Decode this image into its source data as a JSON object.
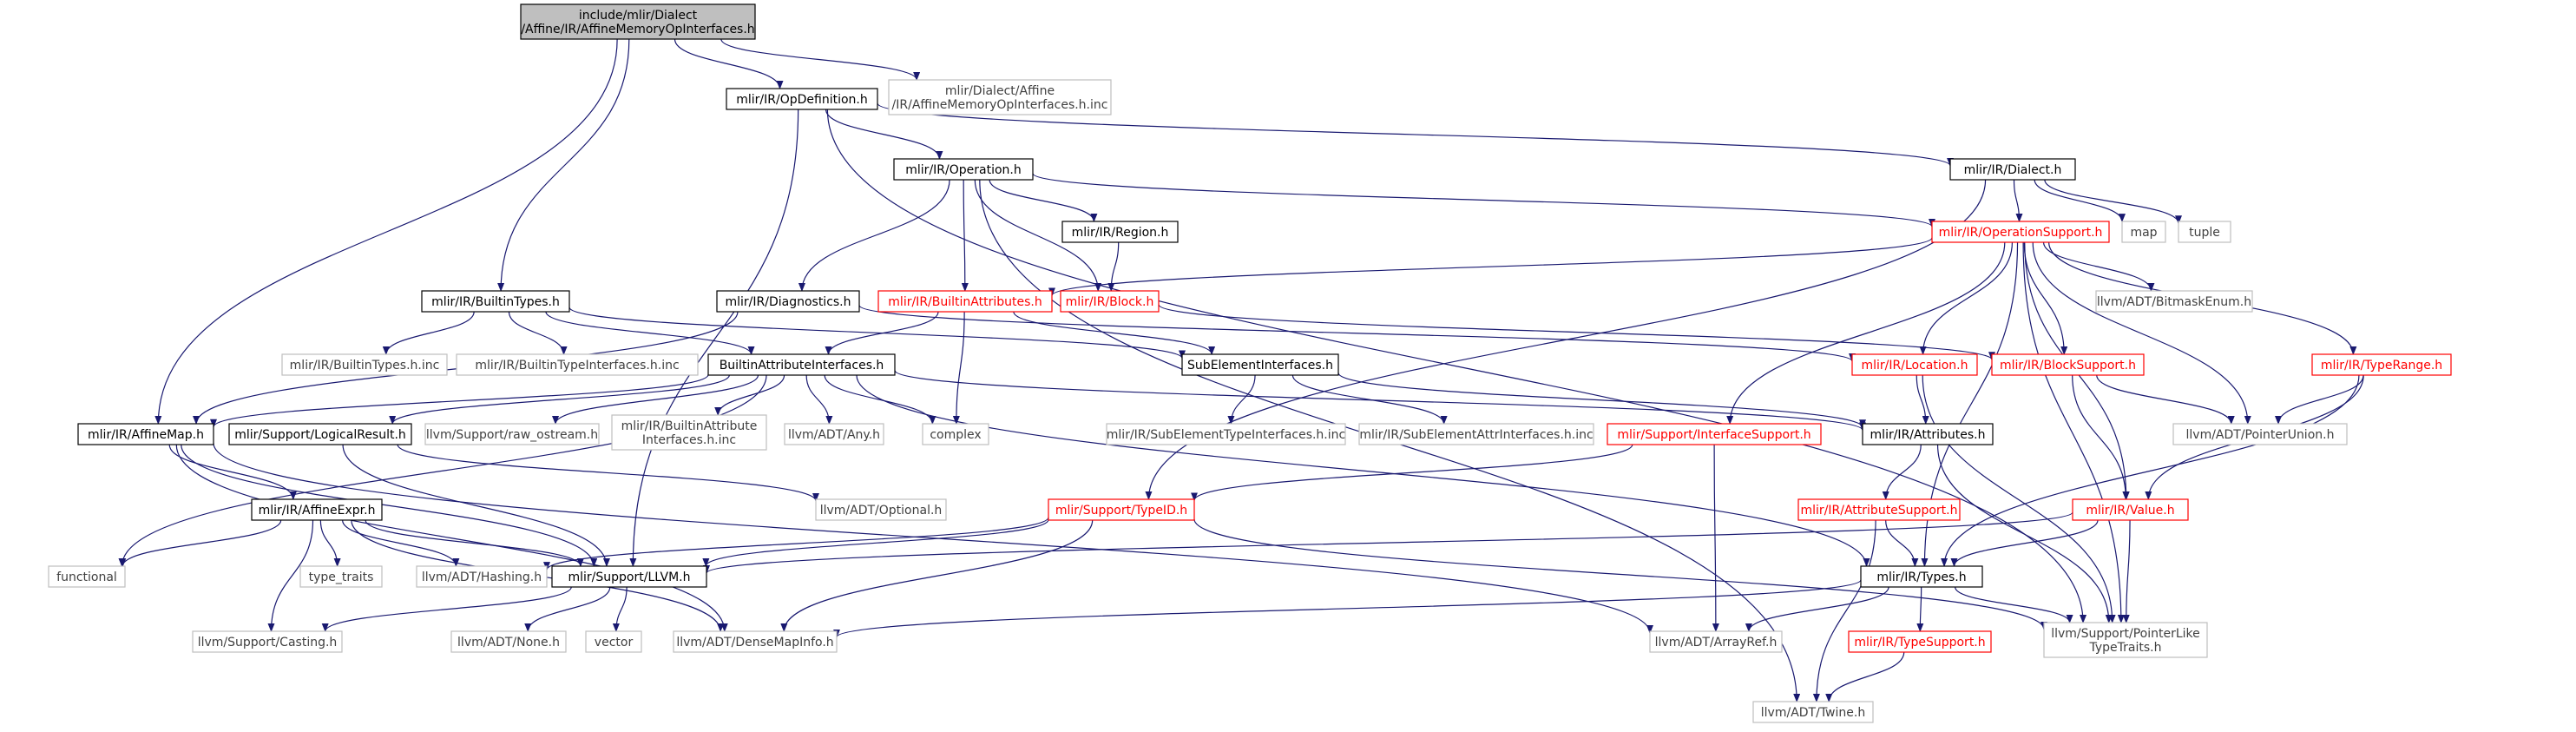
{
  "colors": {
    "edge": "#191970",
    "normal_border": "#000000",
    "red_border": "#ff0000",
    "gray_border": "#bfbfbf",
    "root_fill": "#bfbfbf",
    "text_black": "#000000",
    "text_gray": "#404040",
    "text_red": "#ff0000"
  },
  "nodes": {
    "root": {
      "kind": "root",
      "lines": [
        "include/mlir/Dialect",
        "/Affine/IR/AffineMemoryOpInterfaces.h"
      ]
    },
    "opdef": {
      "kind": "normal",
      "lines": [
        "mlir/IR/OpDefinition.h"
      ]
    },
    "affine_inc": {
      "kind": "gray",
      "lines": [
        "mlir/Dialect/Affine",
        "/IR/AffineMemoryOpInterfaces.h.inc"
      ]
    },
    "operation": {
      "kind": "normal",
      "lines": [
        "mlir/IR/Operation.h"
      ]
    },
    "dialect": {
      "kind": "normal",
      "lines": [
        "mlir/IR/Dialect.h"
      ]
    },
    "region": {
      "kind": "normal",
      "lines": [
        "mlir/IR/Region.h"
      ]
    },
    "opsupport": {
      "kind": "red",
      "lines": [
        "mlir/IR/OperationSupport.h"
      ]
    },
    "map": {
      "kind": "gray",
      "lines": [
        "map"
      ]
    },
    "tuple": {
      "kind": "gray",
      "lines": [
        "tuple"
      ]
    },
    "builtintypes": {
      "kind": "normal",
      "lines": [
        "mlir/IR/BuiltinTypes.h"
      ]
    },
    "diagnostics": {
      "kind": "normal",
      "lines": [
        "mlir/IR/Diagnostics.h"
      ]
    },
    "builtinattrs": {
      "kind": "red",
      "lines": [
        "mlir/IR/BuiltinAttributes.h"
      ]
    },
    "block": {
      "kind": "red",
      "lines": [
        "mlir/IR/Block.h"
      ]
    },
    "bitmaskenum": {
      "kind": "gray",
      "lines": [
        "llvm/ADT/BitmaskEnum.h"
      ]
    },
    "builtintypes_inc": {
      "kind": "gray",
      "lines": [
        "mlir/IR/BuiltinTypes.h.inc"
      ]
    },
    "builtintypeifaces_inc": {
      "kind": "gray",
      "lines": [
        "mlir/IR/BuiltinTypeInterfaces.h.inc"
      ]
    },
    "builtinattrifaces": {
      "kind": "normal",
      "lines": [
        "BuiltinAttributeInterfaces.h"
      ]
    },
    "subelemifaces": {
      "kind": "normal",
      "lines": [
        "SubElementInterfaces.h"
      ]
    },
    "location": {
      "kind": "red",
      "lines": [
        "mlir/IR/Location.h"
      ]
    },
    "blocksupport": {
      "kind": "red",
      "lines": [
        "mlir/IR/BlockSupport.h"
      ]
    },
    "typerange": {
      "kind": "red",
      "lines": [
        "mlir/IR/TypeRange.h"
      ]
    },
    "affinemap": {
      "kind": "normal",
      "lines": [
        "mlir/IR/AffineMap.h"
      ]
    },
    "logicalresult": {
      "kind": "normal",
      "lines": [
        "mlir/Support/LogicalResult.h"
      ]
    },
    "raw_ostream": {
      "kind": "gray",
      "lines": [
        "llvm/Support/raw_ostream.h"
      ]
    },
    "builtinattrifaces_inc": {
      "kind": "gray",
      "lines": [
        "mlir/IR/BuiltinAttribute",
        "Interfaces.h.inc"
      ]
    },
    "any": {
      "kind": "gray",
      "lines": [
        "llvm/ADT/Any.h"
      ]
    },
    "complex": {
      "kind": "gray",
      "lines": [
        "complex"
      ]
    },
    "subelemtypeifaces_inc": {
      "kind": "gray",
      "lines": [
        "mlir/IR/SubElementTypeInterfaces.h.inc"
      ]
    },
    "subelemattrifaces_inc": {
      "kind": "gray",
      "lines": [
        "mlir/IR/SubElementAttrInterfaces.h.inc"
      ]
    },
    "ifacesupport": {
      "kind": "red",
      "lines": [
        "mlir/Support/InterfaceSupport.h"
      ]
    },
    "attributes": {
      "kind": "normal",
      "lines": [
        "mlir/IR/Attributes.h"
      ]
    },
    "pointerunion": {
      "kind": "gray",
      "lines": [
        "llvm/ADT/PointerUnion.h"
      ]
    },
    "optional": {
      "kind": "gray",
      "lines": [
        "llvm/ADT/Optional.h"
      ]
    },
    "affineexpr": {
      "kind": "normal",
      "lines": [
        "mlir/IR/AffineExpr.h"
      ]
    },
    "typeid": {
      "kind": "red",
      "lines": [
        "mlir/Support/TypeID.h"
      ]
    },
    "attrsupport": {
      "kind": "red",
      "lines": [
        "mlir/IR/AttributeSupport.h"
      ]
    },
    "value": {
      "kind": "red",
      "lines": [
        "mlir/IR/Value.h"
      ]
    },
    "functional": {
      "kind": "gray",
      "lines": [
        "functional"
      ]
    },
    "type_traits": {
      "kind": "gray",
      "lines": [
        "type_traits"
      ]
    },
    "hashing": {
      "kind": "gray",
      "lines": [
        "llvm/ADT/Hashing.h"
      ]
    },
    "llvm_h": {
      "kind": "normal",
      "lines": [
        "mlir/Support/LLVM.h"
      ]
    },
    "types": {
      "kind": "normal",
      "lines": [
        "mlir/IR/Types.h"
      ]
    },
    "casting": {
      "kind": "gray",
      "lines": [
        "llvm/Support/Casting.h"
      ]
    },
    "none": {
      "kind": "gray",
      "lines": [
        "llvm/ADT/None.h"
      ]
    },
    "vector": {
      "kind": "gray",
      "lines": [
        "vector"
      ]
    },
    "densemapinfo": {
      "kind": "gray",
      "lines": [
        "llvm/ADT/DenseMapInfo.h"
      ]
    },
    "arrayref": {
      "kind": "gray",
      "lines": [
        "llvm/ADT/ArrayRef.h"
      ]
    },
    "typesupport": {
      "kind": "red",
      "lines": [
        "mlir/IR/TypeSupport.h"
      ]
    },
    "pointerliketypetraits": {
      "kind": "gray",
      "lines": [
        "llvm/Support/PointerLike",
        "TypeTraits.h"
      ]
    },
    "twine": {
      "kind": "gray",
      "lines": [
        "llvm/ADT/Twine.h"
      ]
    }
  },
  "edges": [
    [
      "root",
      "opdef"
    ],
    [
      "root",
      "affine_inc"
    ],
    [
      "root",
      "builtintypes"
    ],
    [
      "root",
      "affinemap"
    ],
    [
      "opdef",
      "operation"
    ],
    [
      "opdef",
      "dialect"
    ],
    [
      "opdef",
      "llvm_h"
    ],
    [
      "opdef",
      "pointerliketypetraits"
    ],
    [
      "operation",
      "region"
    ],
    [
      "operation",
      "block"
    ],
    [
      "operation",
      "opsupport"
    ],
    [
      "operation",
      "diagnostics"
    ],
    [
      "operation",
      "builtinattrs"
    ],
    [
      "operation",
      "twine"
    ],
    [
      "dialect",
      "opsupport"
    ],
    [
      "dialect",
      "map"
    ],
    [
      "dialect",
      "tuple"
    ],
    [
      "dialect",
      "typeid"
    ],
    [
      "region",
      "block"
    ],
    [
      "opsupport",
      "builtinattrs"
    ],
    [
      "opsupport",
      "bitmaskenum"
    ],
    [
      "opsupport",
      "location"
    ],
    [
      "opsupport",
      "blocksupport"
    ],
    [
      "opsupport",
      "typerange"
    ],
    [
      "opsupport",
      "ifacesupport"
    ],
    [
      "opsupport",
      "pointerunion"
    ],
    [
      "opsupport",
      "value"
    ],
    [
      "opsupport",
      "types"
    ],
    [
      "opsupport",
      "pointerliketypetraits"
    ],
    [
      "builtintypes",
      "builtintypes_inc"
    ],
    [
      "builtintypes",
      "builtintypeifaces_inc"
    ],
    [
      "builtintypes",
      "builtinattrifaces"
    ],
    [
      "builtintypes",
      "subelemifaces"
    ],
    [
      "diagnostics",
      "location"
    ],
    [
      "diagnostics",
      "affinemap"
    ],
    [
      "builtinattrs",
      "builtinattrifaces"
    ],
    [
      "builtinattrs",
      "subelemifaces"
    ],
    [
      "builtinattrs",
      "complex"
    ],
    [
      "block",
      "blocksupport"
    ],
    [
      "builtinattrifaces",
      "affinemap"
    ],
    [
      "builtinattrifaces",
      "logicalresult"
    ],
    [
      "builtinattrifaces",
      "raw_ostream"
    ],
    [
      "builtinattrifaces",
      "builtinattrifaces_inc"
    ],
    [
      "builtinattrifaces",
      "any"
    ],
    [
      "builtinattrifaces",
      "complex"
    ],
    [
      "builtinattrifaces",
      "attributes"
    ],
    [
      "builtinattrifaces",
      "types"
    ],
    [
      "builtinattrifaces",
      "functional"
    ],
    [
      "subelemifaces",
      "subelemtypeifaces_inc"
    ],
    [
      "subelemifaces",
      "subelemattrifaces_inc"
    ],
    [
      "subelemifaces",
      "attributes"
    ],
    [
      "location",
      "attributes"
    ],
    [
      "location",
      "pointerliketypetraits"
    ],
    [
      "blocksupport",
      "value"
    ],
    [
      "blocksupport",
      "pointerunion"
    ],
    [
      "typerange",
      "pointerunion"
    ],
    [
      "typerange",
      "value"
    ],
    [
      "typerange",
      "types"
    ],
    [
      "affinemap",
      "affineexpr"
    ],
    [
      "affinemap",
      "llvm_h"
    ],
    [
      "affinemap",
      "densemapinfo"
    ],
    [
      "affinemap",
      "arrayref"
    ],
    [
      "logicalresult",
      "llvm_h"
    ],
    [
      "logicalresult",
      "optional"
    ],
    [
      "ifacesupport",
      "typeid"
    ],
    [
      "ifacesupport",
      "arrayref"
    ],
    [
      "attributes",
      "attrsupport"
    ],
    [
      "attributes",
      "pointerliketypetraits"
    ],
    [
      "affineexpr",
      "functional"
    ],
    [
      "affineexpr",
      "type_traits"
    ],
    [
      "affineexpr",
      "hashing"
    ],
    [
      "affineexpr",
      "llvm_h"
    ],
    [
      "affineexpr",
      "casting"
    ],
    [
      "affineexpr",
      "densemapinfo"
    ],
    [
      "typeid",
      "hashing"
    ],
    [
      "typeid",
      "llvm_h"
    ],
    [
      "typeid",
      "densemapinfo"
    ],
    [
      "typeid",
      "pointerliketypetraits"
    ],
    [
      "attrsupport",
      "types"
    ],
    [
      "attrsupport",
      "twine"
    ],
    [
      "value",
      "types"
    ],
    [
      "value",
      "pointerliketypetraits"
    ],
    [
      "value",
      "llvm_h"
    ],
    [
      "llvm_h",
      "casting"
    ],
    [
      "llvm_h",
      "none"
    ],
    [
      "llvm_h",
      "vector"
    ],
    [
      "types",
      "typesupport"
    ],
    [
      "types",
      "arrayref"
    ],
    [
      "types",
      "densemapinfo"
    ],
    [
      "types",
      "pointerliketypetraits"
    ],
    [
      "typesupport",
      "twine"
    ]
  ]
}
